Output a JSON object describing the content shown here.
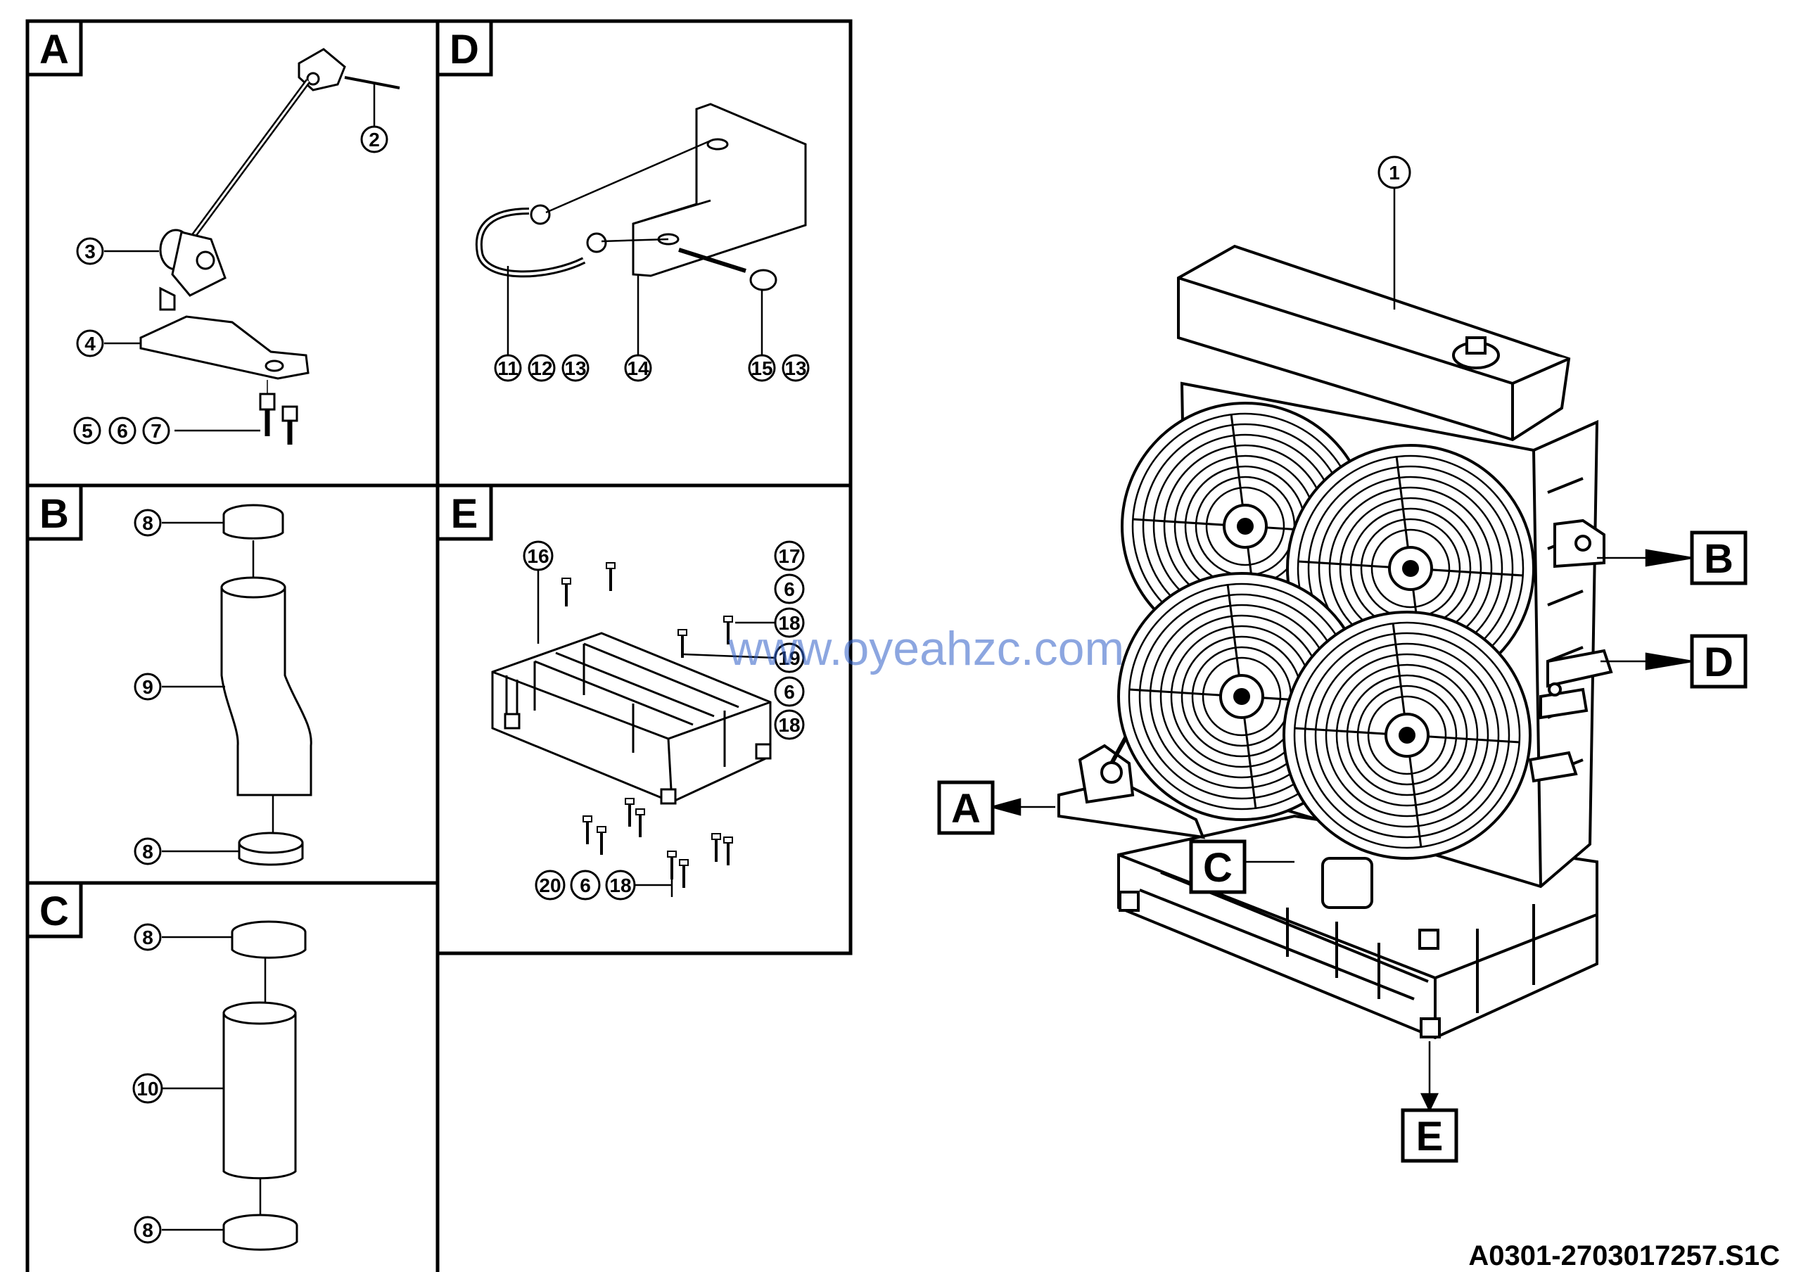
{
  "panels": {
    "A": "A",
    "B": "B",
    "C": "C",
    "D": "D",
    "E": "E"
  },
  "callouts": {
    "p1": "1",
    "p2": "2",
    "p3": "3",
    "p4": "4",
    "p5": "5",
    "p6": "6",
    "p7": "7",
    "p8b_top": "8",
    "p9": "9",
    "p8b_bottom": "8",
    "p8c_top": "8",
    "p10": "10",
    "p8c_bottom": "8",
    "p11": "11",
    "p12": "12",
    "p13a": "13",
    "p14": "14",
    "p15": "15",
    "p13b": "13",
    "p16": "16",
    "p17": "17",
    "p6a": "6",
    "p18a": "18",
    "p19": "19",
    "p6b": "6",
    "p18b": "18",
    "p20": "20",
    "p6c": "6",
    "p18c": "18"
  },
  "view_labels": {
    "A": "A",
    "B": "B",
    "C": "C",
    "D": "D",
    "E": "E"
  },
  "reference_code": "A0301-2703017257.S1C",
  "watermark": "www.oyeahzc.com"
}
